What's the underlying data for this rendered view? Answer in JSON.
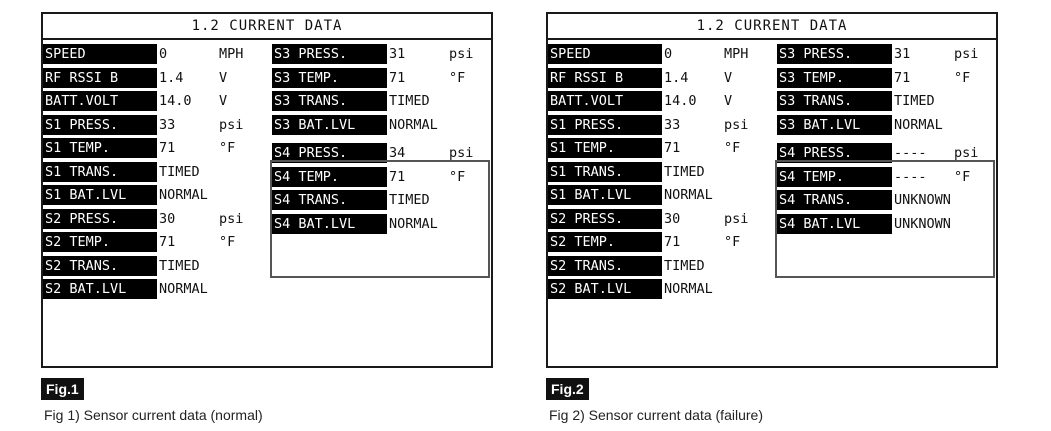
{
  "fig1": {
    "title": "1.2 CURRENT DATA",
    "left": [
      {
        "label": "SPEED",
        "value": "0",
        "unit": "MPH"
      },
      {
        "label": "RF RSSI B",
        "value": "1.4",
        "unit": "V"
      },
      {
        "label": "BATT.VOLT",
        "value": "14.0",
        "unit": "V"
      },
      {
        "label": "S1 PRESS.",
        "value": "33",
        "unit": "psi"
      },
      {
        "label": "S1 TEMP.",
        "value": "71",
        "unit": "°F"
      },
      {
        "label": "S1 TRANS.",
        "value": "TIMED",
        "unit": ""
      },
      {
        "label": "S1 BAT.LVL",
        "value": "NORMAL",
        "unit": ""
      },
      {
        "label": "S2 PRESS.",
        "value": "30",
        "unit": "psi"
      },
      {
        "label": "S2 TEMP.",
        "value": "71",
        "unit": "°F"
      },
      {
        "label": "S2 TRANS.",
        "value": "TIMED",
        "unit": ""
      },
      {
        "label": "S2 BAT.LVL",
        "value": "NORMAL",
        "unit": ""
      }
    ],
    "right": [
      {
        "label": "S3 PRESS.",
        "value": "31",
        "unit": "psi"
      },
      {
        "label": "S3 TEMP.",
        "value": "71",
        "unit": "°F"
      },
      {
        "label": "S3 TRANS.",
        "value": "TIMED",
        "unit": ""
      },
      {
        "label": "S3 BAT.LVL",
        "value": "NORMAL",
        "unit": ""
      },
      {
        "label": "S4 PRESS.",
        "value": "34",
        "unit": "psi"
      },
      {
        "label": "S4 TEMP.",
        "value": "71",
        "unit": "°F"
      },
      {
        "label": "S4 TRANS.",
        "value": "TIMED",
        "unit": ""
      },
      {
        "label": "S4 BAT.LVL",
        "value": "NORMAL",
        "unit": ""
      }
    ],
    "tag": "Fig.1",
    "caption": "Fig 1) Sensor current data (normal)"
  },
  "fig2": {
    "title": "1.2 CURRENT DATA",
    "left": [
      {
        "label": "SPEED",
        "value": "0",
        "unit": "MPH"
      },
      {
        "label": "RF RSSI B",
        "value": "1.4",
        "unit": "V"
      },
      {
        "label": "BATT.VOLT",
        "value": "14.0",
        "unit": "V"
      },
      {
        "label": "S1 PRESS.",
        "value": "33",
        "unit": "psi"
      },
      {
        "label": "S1 TEMP.",
        "value": "71",
        "unit": "°F"
      },
      {
        "label": "S1 TRANS.",
        "value": "TIMED",
        "unit": ""
      },
      {
        "label": "S1 BAT.LVL",
        "value": "NORMAL",
        "unit": ""
      },
      {
        "label": "S2 PRESS.",
        "value": "30",
        "unit": "psi"
      },
      {
        "label": "S2 TEMP.",
        "value": "71",
        "unit": "°F"
      },
      {
        "label": "S2 TRANS.",
        "value": "TIMED",
        "unit": ""
      },
      {
        "label": "S2 BAT.LVL",
        "value": "NORMAL",
        "unit": ""
      }
    ],
    "right": [
      {
        "label": "S3 PRESS.",
        "value": "31",
        "unit": "psi"
      },
      {
        "label": "S3 TEMP.",
        "value": "71",
        "unit": "°F"
      },
      {
        "label": "S3 TRANS.",
        "value": "TIMED",
        "unit": ""
      },
      {
        "label": "S3 BAT.LVL",
        "value": "NORMAL",
        "unit": ""
      },
      {
        "label": "S4 PRESS.",
        "value": "----",
        "unit": "psi"
      },
      {
        "label": "S4 TEMP.",
        "value": "----",
        "unit": "°F"
      },
      {
        "label": "S4 TRANS.",
        "value": "UNKNOWN",
        "unit": ""
      },
      {
        "label": "S4 BAT.LVL",
        "value": "UNKNOWN",
        "unit": ""
      }
    ],
    "tag": "Fig.2",
    "caption": "Fig 2) Sensor current data (failure)"
  },
  "colors": {
    "label_bg": "#000000",
    "label_fg": "#ffffff",
    "frame": "#1a1a1a"
  }
}
